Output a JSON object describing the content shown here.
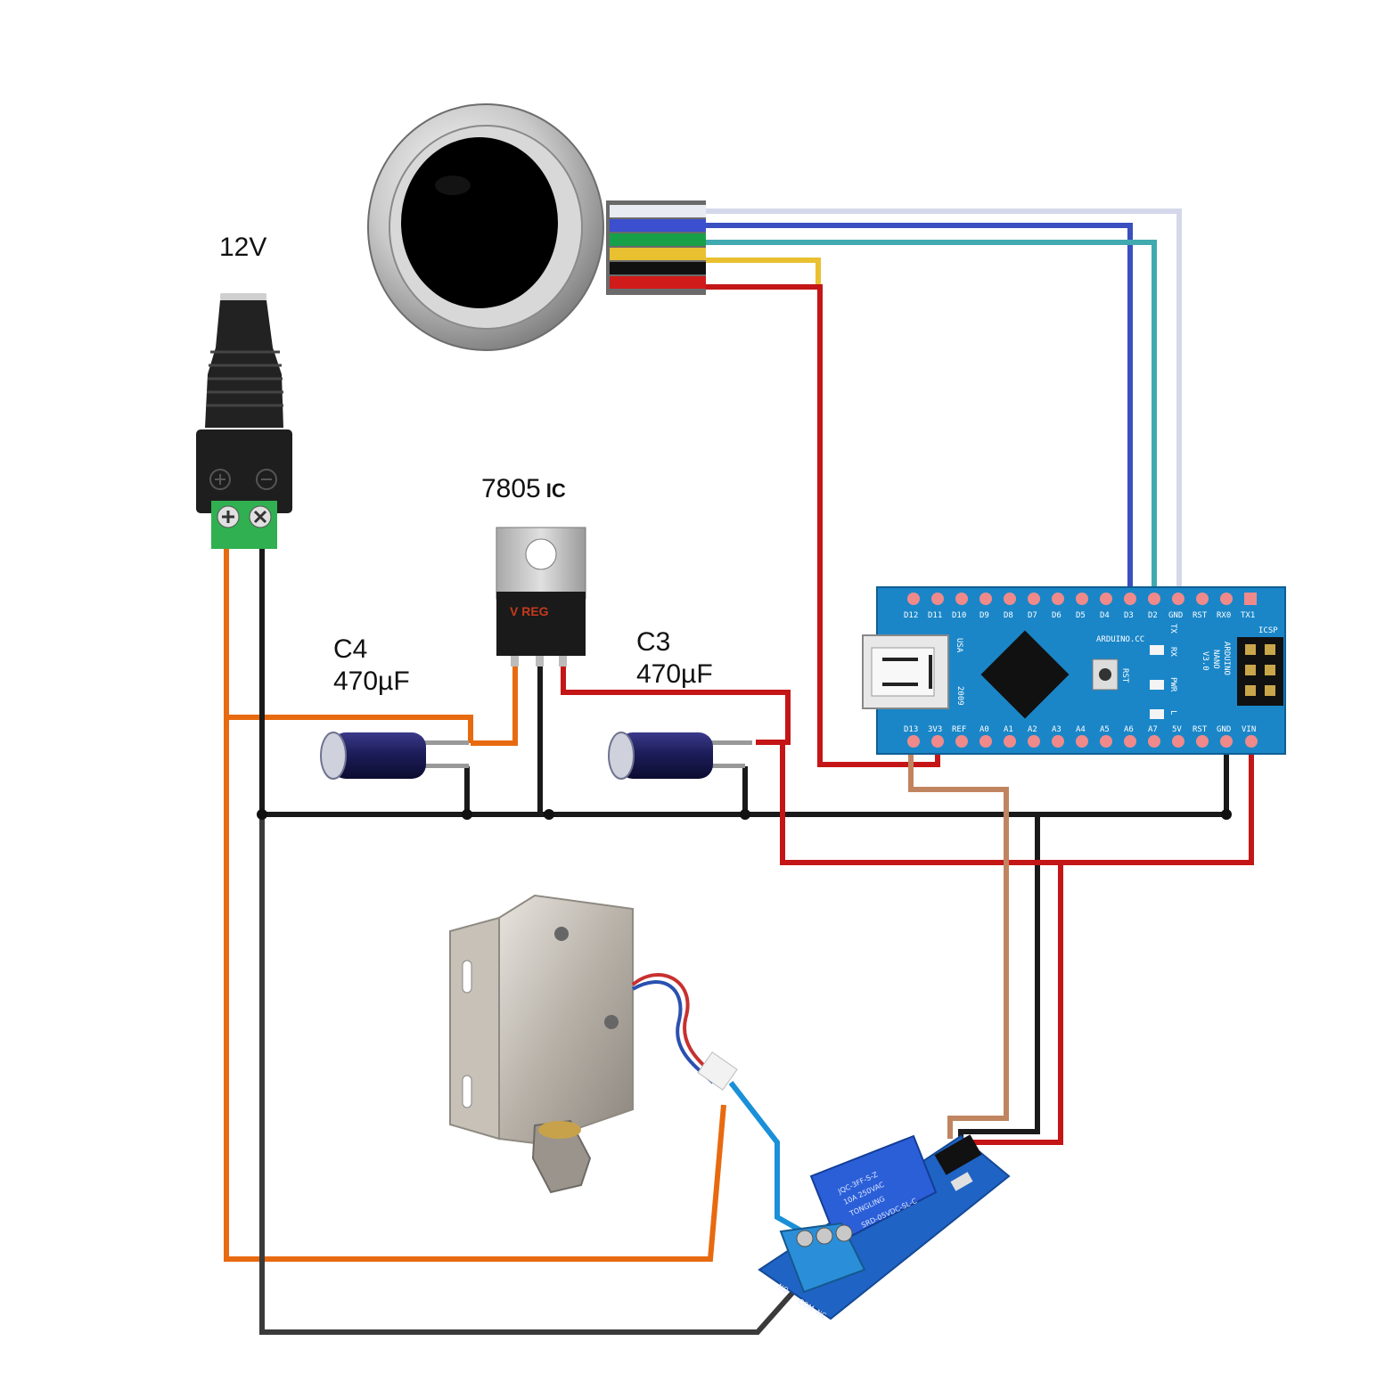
{
  "labels": {
    "power": "12V",
    "regulator_num": "7805",
    "regulator_suffix": "IC",
    "regulator_marking": "V REG",
    "cap_left_name": "C4",
    "cap_left_value": "470µF",
    "cap_right_name": "C3",
    "cap_right_value": "470µF"
  },
  "nano": {
    "top_pins": [
      "D12",
      "D11",
      "D10",
      "D9",
      "D8",
      "D7",
      "D6",
      "D5",
      "D4",
      "D3",
      "D2",
      "GND",
      "RST",
      "RX0",
      "TX1"
    ],
    "bottom_pins": [
      "D13",
      "3V3",
      "REF",
      "A0",
      "A1",
      "A2",
      "A3",
      "A4",
      "A5",
      "A6",
      "A7",
      "5V",
      "RST",
      "GND",
      "VIN"
    ],
    "usa": "USA",
    "year": "2009",
    "brand": "ARDUINO.CC",
    "model_line1": "ARDUINO",
    "model_line2": "NANO",
    "model_line3": "V3.0",
    "icsp": "ICSP",
    "rst": "RST",
    "leds": [
      "TX",
      "RX",
      "PWR",
      "L"
    ]
  },
  "relay": {
    "text1": "SRD-05VDC-SL-C",
    "text2": "TONGLING",
    "text3": "10A 250VAC",
    "text4": "JQC-3FF-S-Z",
    "terminals": [
      "NO",
      "COM",
      "NC"
    ]
  },
  "colors": {
    "orange_wire": "#e86a10",
    "black_wire": "#1a1a1a",
    "red_wire": "#c41616",
    "brown_wire": "#c08560",
    "blue_wire": "#3a4fc0",
    "teal_wire": "#40aab0",
    "white_wire": "#d4d8ea",
    "yellow_wire": "#e8c030",
    "nano_board": "#1a86c8",
    "relay_board": "#1f63c4"
  }
}
